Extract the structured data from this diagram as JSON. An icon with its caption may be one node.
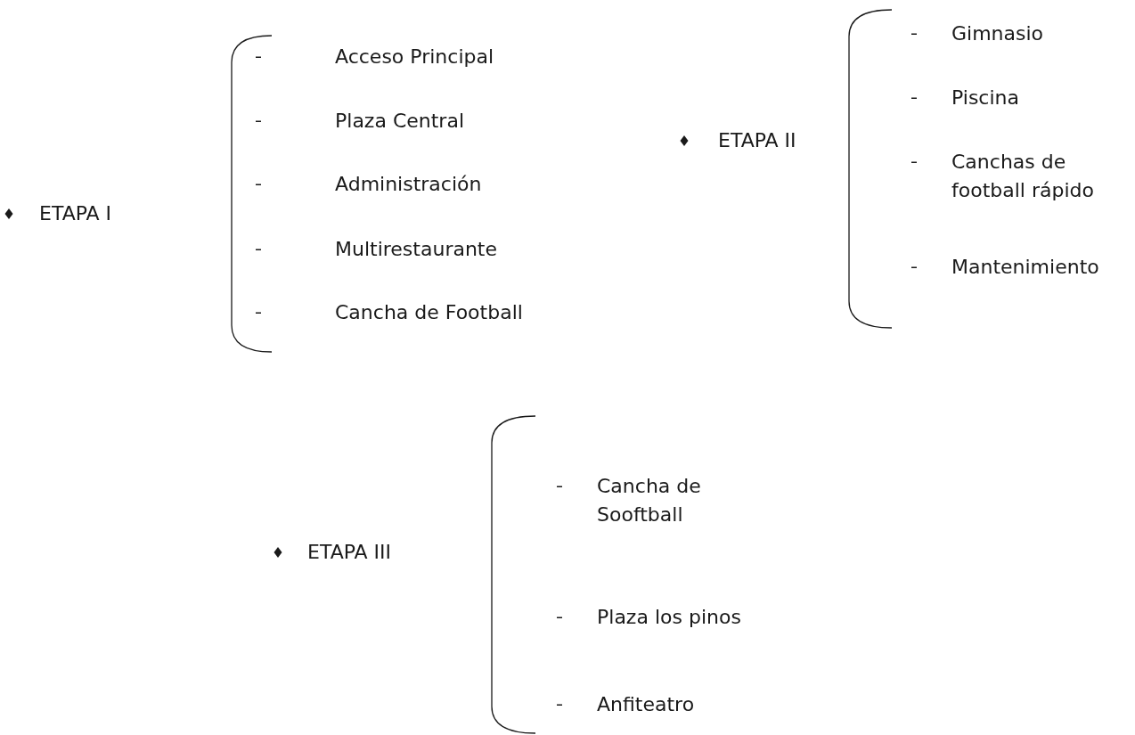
{
  "diagram": {
    "labels": [
      "ETAPA I",
      "Acceso Principal",
      "Plaza Central",
      "Administración",
      "Multirestaurante",
      "Cancha de Football",
      "ETAPA II",
      "Gimnasio",
      "Piscina",
      "Canchas de football rápido",
      "Mantenimiento",
      "ETAPA III",
      "Cancha de Sooftball",
      "Plaza los pinos",
      "Anfiteatro"
    ]
  }
}
